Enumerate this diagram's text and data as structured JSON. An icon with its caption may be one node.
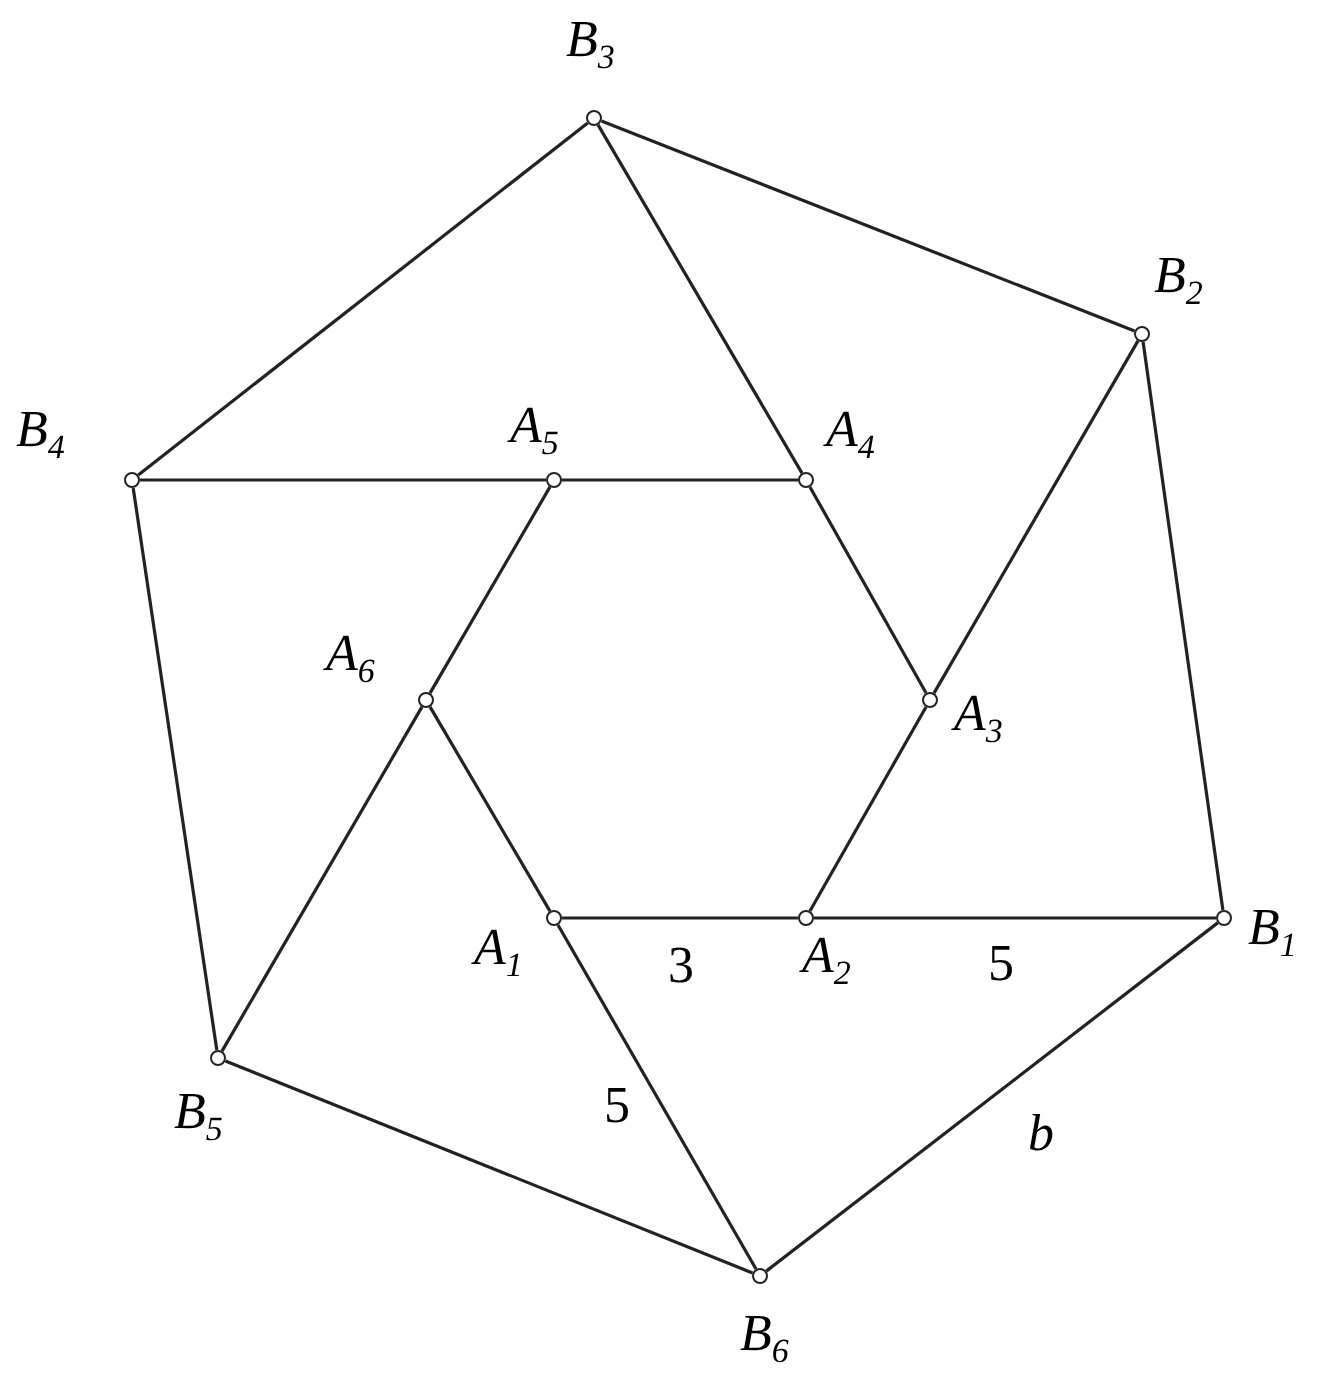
{
  "diagram": {
    "nodes": [
      {
        "text": [
          "A$_{1}$"
        ]
      },
      {
        "text": [
          "A$_{2}$"
        ]
      },
      {
        "text": [
          "A$_{3}$"
        ]
      },
      {
        "text": [
          "A$_{4}$"
        ]
      },
      {
        "text": [
          "A$_{5}$"
        ]
      },
      {
        "text": [
          "A$_{6}$"
        ]
      },
      {
        "text": [
          "B$_{1}$"
        ]
      },
      {
        "text": [
          "B$_{2}$"
        ]
      },
      {
        "text": [
          "B$_{3}$"
        ]
      },
      {
        "text": [
          "B$_{4}$"
        ]
      },
      {
        "text": [
          "B$_{5}$"
        ]
      },
      {
        "text": [
          "B$_{6}$"
        ]
      }
    ],
    "edges": [
      {
        "from": 0,
        "to": 1,
        "arrow": "none",
        "label": "3"
      },
      {
        "from": 1,
        "to": 2,
        "arrow": "none"
      },
      {
        "from": 2,
        "to": 3,
        "arrow": "none"
      },
      {
        "from": 3,
        "to": 4,
        "arrow": "none"
      },
      {
        "from": 4,
        "to": 5,
        "arrow": "none"
      },
      {
        "from": 5,
        "to": 0,
        "arrow": "none"
      },
      {
        "from": 6,
        "to": 7,
        "arrow": "none"
      },
      {
        "from": 7,
        "to": 8,
        "arrow": "none"
      },
      {
        "from": 8,
        "to": 9,
        "arrow": "none"
      },
      {
        "from": 9,
        "to": 10,
        "arrow": "none"
      },
      {
        "from": 10,
        "to": 11,
        "arrow": "none"
      },
      {
        "from": 11,
        "to": 6,
        "arrow": "none",
        "label": "b"
      },
      {
        "from": 1,
        "to": 6,
        "arrow": "none",
        "label": "5"
      },
      {
        "from": 2,
        "to": 7,
        "arrow": "none"
      },
      {
        "from": 3,
        "to": 8,
        "arrow": "none"
      },
      {
        "from": 4,
        "to": 9,
        "arrow": "none"
      },
      {
        "from": 5,
        "to": 10,
        "arrow": "none"
      },
      {
        "from": 0,
        "to": 11,
        "arrow": "none",
        "label": "5"
      }
    ]
  }
}
